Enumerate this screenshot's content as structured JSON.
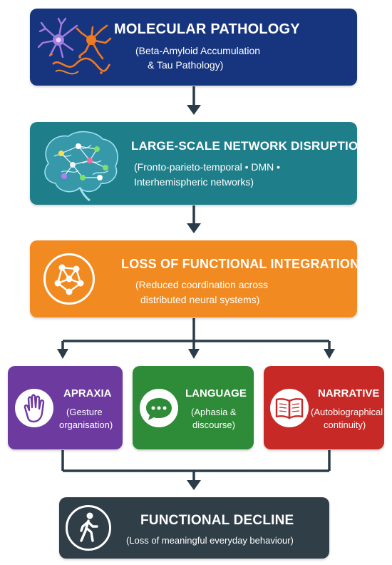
{
  "colors": {
    "molecular": "#17357f",
    "network": "#1e7f8b",
    "loss": "#f28a22",
    "apraxia": "#6d3ba0",
    "language": "#2e8b38",
    "narrative": "#c72a26",
    "decline": "#2f3e47",
    "arrows": "#2a3c49"
  },
  "molecular": {
    "title": "MOLECULAR PATHOLOGY",
    "subtitle_line1": "(Beta-Amyloid Accumulation",
    "subtitle_line2": "& Tau Pathology)",
    "icon": "neuron-icon"
  },
  "network": {
    "title": "LARGE-SCALE NETWORK DISRUPTION",
    "subtitle_line1": "(Fronto-parieto-temporal  •  DMN  •",
    "subtitle_line2": "Interhemispheric networks)",
    "icon": "brain-network-icon"
  },
  "loss": {
    "title": "LOSS OF FUNCTIONAL INTEGRATION",
    "subtitle_line1": "(Reduced coordination across",
    "subtitle_line2": "distributed neural systems)",
    "icon": "network-graph-icon"
  },
  "apraxia": {
    "title": "APRAXIA",
    "subtitle_line1": "(Gesture",
    "subtitle_line2": "organisation)",
    "icon": "hand-icon"
  },
  "language": {
    "title": "LANGUAGE",
    "subtitle_line1": "(Aphasia &",
    "subtitle_line2": "discourse)",
    "icon": "speech-bubble-icon"
  },
  "narrative": {
    "title": "NARRATIVE",
    "subtitle_line1": "(Autobiographical",
    "subtitle_line2": "continuity)",
    "icon": "book-icon"
  },
  "decline": {
    "title": "FUNCTIONAL DECLINE",
    "subtitle": "(Loss of meaningful everyday behaviour)",
    "icon": "walking-person-icon"
  }
}
